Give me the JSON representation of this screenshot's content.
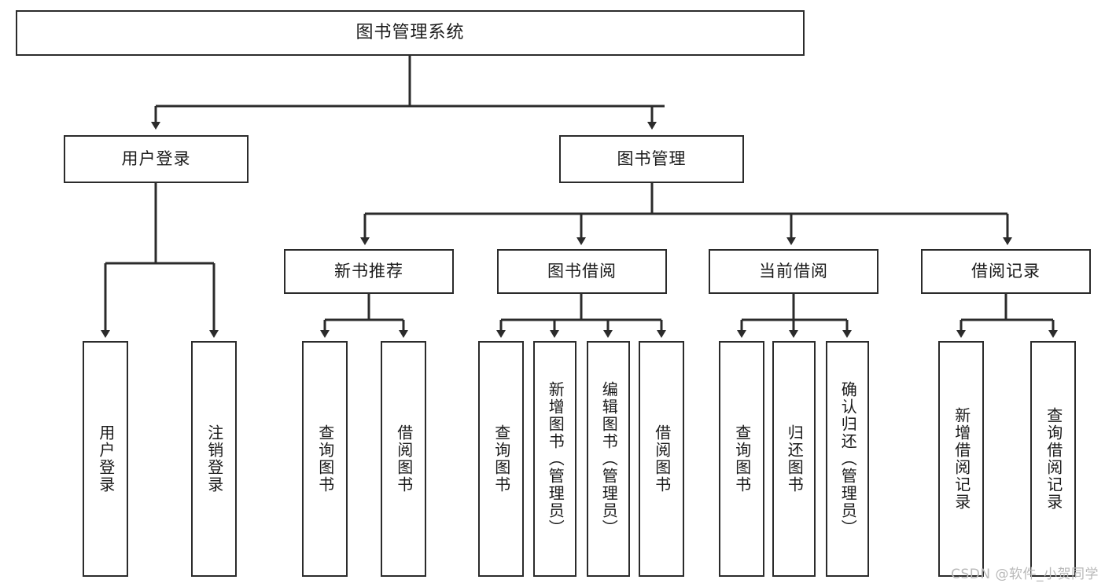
{
  "diagram": {
    "title": "图书管理系统",
    "type": "hierarchy-tree",
    "levels": 3,
    "colors": {
      "box_border": "#2b2b2b",
      "box_fill": "#ffffff",
      "connector": "#2b2b2b",
      "canvas": "#ffffff",
      "watermark": "#b8b8b8"
    }
  },
  "root": {
    "label": "图书管理系统"
  },
  "level2": [
    {
      "label": "用户登录"
    },
    {
      "label": "图书管理"
    }
  ],
  "level3": [
    {
      "label": "新书推荐"
    },
    {
      "label": "图书借阅"
    },
    {
      "label": "当前借阅"
    },
    {
      "label": "借阅记录"
    }
  ],
  "leaves": {
    "user_login": [
      {
        "label": "用户登录"
      },
      {
        "label": "注销登录"
      }
    ],
    "new_book_recommend": [
      {
        "label": "查询图书"
      },
      {
        "label": "借阅图书"
      }
    ],
    "book_borrow": [
      {
        "label": "查询图书"
      },
      {
        "label": "新增图书（管理员）"
      },
      {
        "label": "编辑图书（管理员）"
      },
      {
        "label": "借阅图书"
      }
    ],
    "current_borrow": [
      {
        "label": "查询图书"
      },
      {
        "label": "归还图书"
      },
      {
        "label": "确认归还（管理员）"
      }
    ],
    "borrow_record": [
      {
        "label": "新增借阅记录"
      },
      {
        "label": "查询借阅记录"
      }
    ]
  },
  "watermark": {
    "text": "CSDN @软件_小贺同学"
  }
}
